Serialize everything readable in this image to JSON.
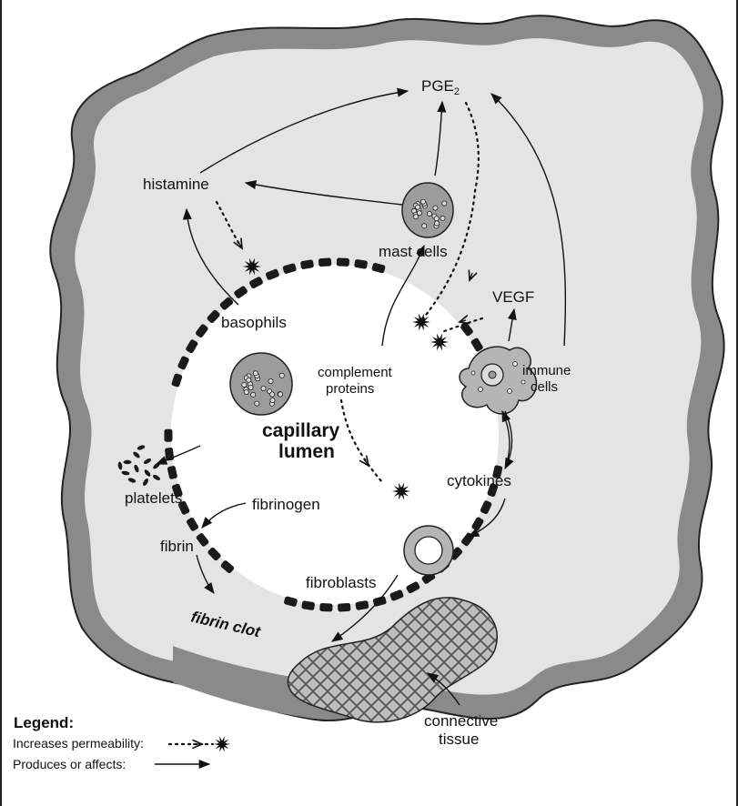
{
  "labels": {
    "pge": "PGE",
    "pge_sub": "2",
    "histamine": "histamine",
    "mast_cells": "mast cells",
    "vegf": "VEGF",
    "basophils": "basophils",
    "complement_line1": "complement",
    "complement_line2": "proteins",
    "immune_line1": "immune",
    "immune_line2": "cells",
    "capillary": "capillary",
    "lumen": "lumen",
    "platelets": "platelets",
    "fibrinogen": "fibrinogen",
    "fibrin": "fibrin",
    "cytokines": "cytokines",
    "fibroblasts": "fibroblasts",
    "fibrin_clot": "fibrin clot",
    "connective_line1": "connective",
    "connective_line2": "tissue"
  },
  "legend": {
    "title": "Legend:",
    "permeability": "Increases permeability:",
    "produces": "Produces or affects:"
  },
  "colors": {
    "outer_wall": "#8a8a8a",
    "tissue": "#e4e4e4",
    "lumen": "#ffffff",
    "endothelium": "#1a1a1a",
    "cell_fill": "#9c9c9c",
    "connective": "#b8b8b8"
  }
}
